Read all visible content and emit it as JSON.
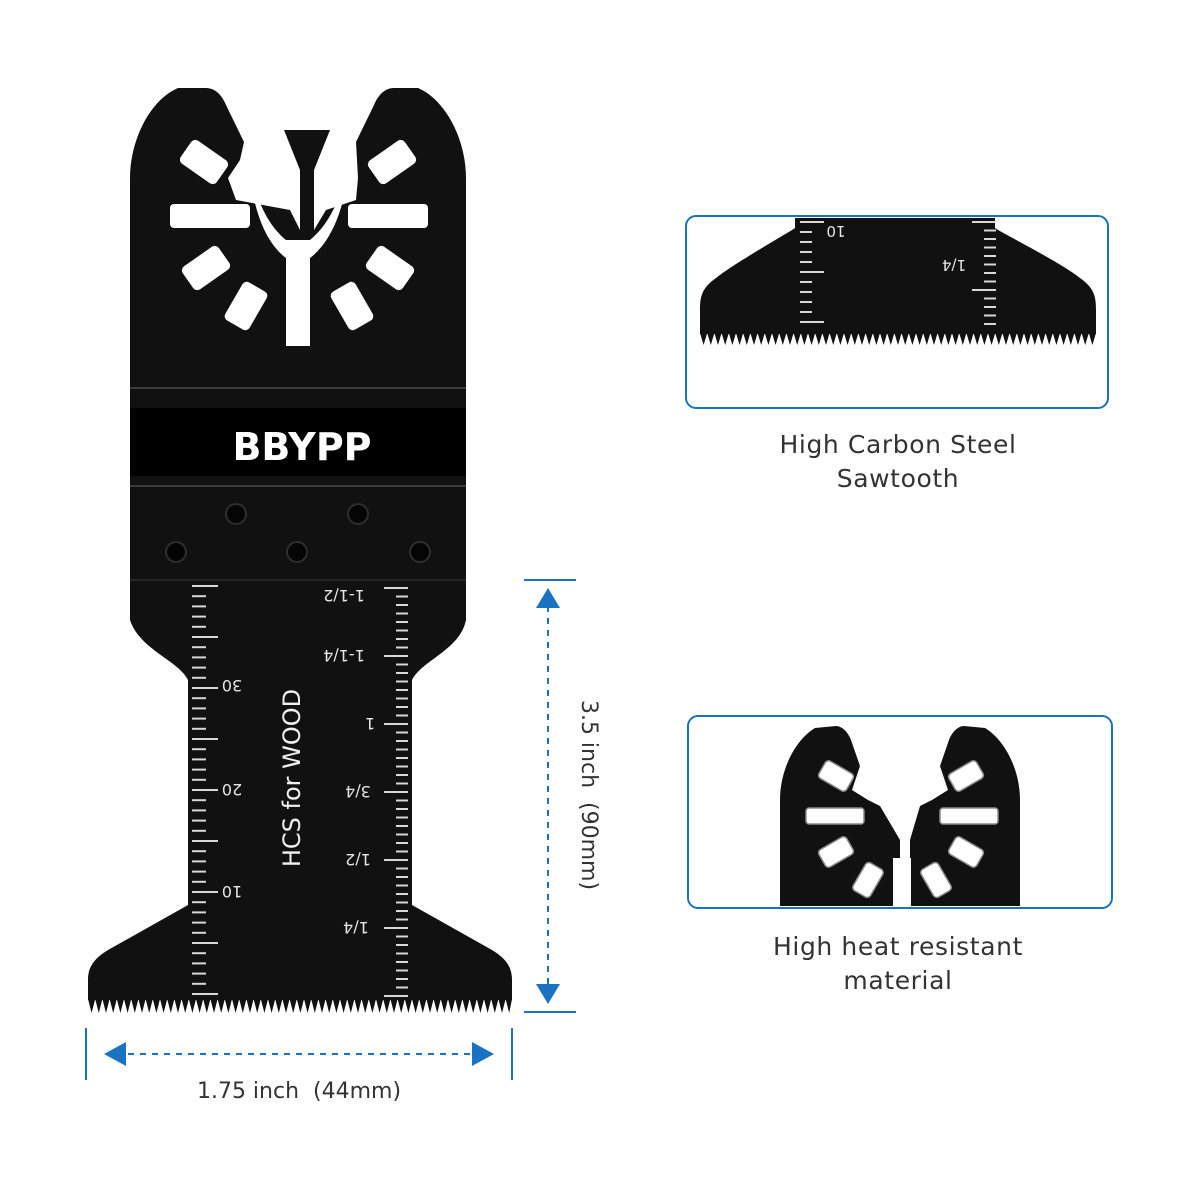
{
  "blade": {
    "brand": "BBYPP",
    "material_text": "HCS for WOOD",
    "metric_marks": [
      "30",
      "20",
      "10"
    ],
    "inch_marks": [
      "1-1/2",
      "1-1/4",
      "1",
      "3/4",
      "1/2",
      "1/4"
    ]
  },
  "dimensions": {
    "width_label": "1.75 inch  (44mm)",
    "height_label": "3.5 inch  (90mm)"
  },
  "detail_sawtooth": {
    "mark_metric": "10",
    "mark_inch": "1/4",
    "caption_line1": "High Carbon Steel",
    "caption_line2": "Sawtooth"
  },
  "detail_heat": {
    "caption_line1": "High heat resistant",
    "caption_line2": "material"
  },
  "colors": {
    "blade": "#111111",
    "frame": "#1a73c2",
    "dimension_line": "#1a73c2",
    "text": "#333333"
  }
}
